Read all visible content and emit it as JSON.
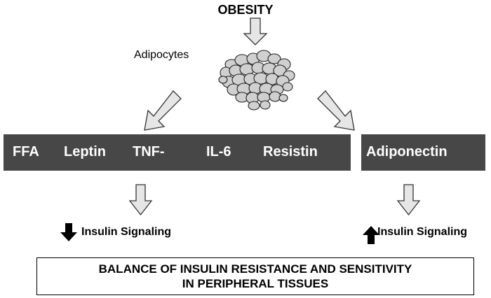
{
  "diagram": {
    "title": "OBESITY",
    "adipocytes_label": "Adipocytes",
    "left_factors": [
      "FFA",
      "Leptin",
      "TNF-",
      "IL-6",
      "Resistin"
    ],
    "right_factor": "Adiponectin",
    "left_signal": "Insulin Signaling",
    "right_signal": "Insulin Signaling",
    "balance_line1": "BALANCE OF INSULIN RESISTANCE AND SENSITIVITY",
    "balance_line2": "IN PERIPHERAL TISSUES",
    "colors": {
      "bar": "#474747",
      "arrow_fill": "#e6e6e6",
      "cell_fill": "#d0d0d0"
    }
  }
}
